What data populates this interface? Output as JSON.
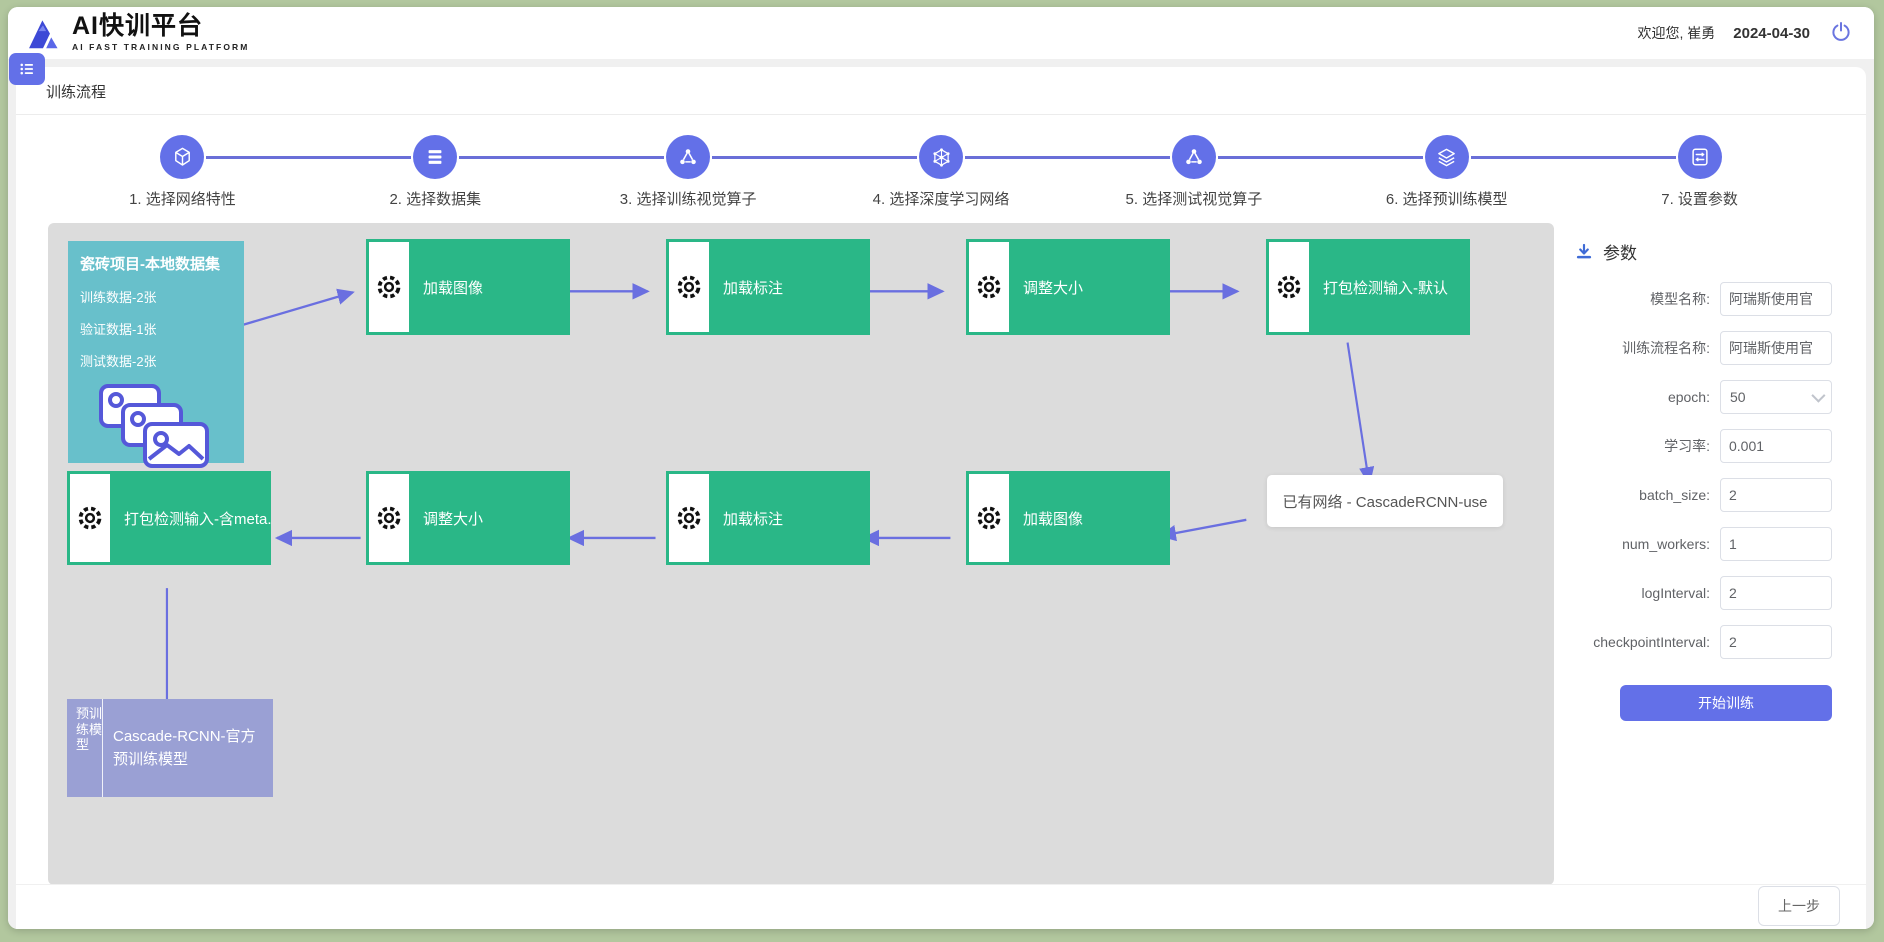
{
  "header": {
    "logo_title": "AI快训平台",
    "logo_subtitle": "AI FAST TRAINING PLATFORM",
    "welcome": "欢迎您, 崔勇",
    "date": "2024-04-30"
  },
  "page": {
    "title": "训练流程"
  },
  "stepper": {
    "steps": [
      {
        "label": "1. 选择网络特性",
        "icon": "cube-icon"
      },
      {
        "label": "2. 选择数据集",
        "icon": "dataset-rows-icon"
      },
      {
        "label": "3. 选择训练视觉算子",
        "icon": "share-nodes-icon"
      },
      {
        "label": "4. 选择深度学习网络",
        "icon": "neural-web-icon"
      },
      {
        "label": "5. 选择测试视觉算子",
        "icon": "share-nodes-icon"
      },
      {
        "label": "6. 选择预训练模型",
        "icon": "layers-icon"
      },
      {
        "label": "7. 设置参数",
        "icon": "sliders-icon"
      }
    ]
  },
  "canvas": {
    "dataset_node": {
      "title": "瓷砖项目-本地数据集",
      "lines": [
        "训练数据-2张",
        "验证数据-1张",
        "测试数据-2张"
      ]
    },
    "row1": [
      "加载图像",
      "加载标注",
      "调整大小",
      "打包检测输入-默认"
    ],
    "network_node": "已有网络 - CascadeRCNN-use",
    "row2": [
      "打包检测输入-含meta...",
      "调整大小",
      "加载标注",
      "加载图像"
    ],
    "pretrain_node": {
      "side_label": "预训练模型",
      "label": "Cascade-RCNN-官方预训练模型"
    }
  },
  "params_panel": {
    "title": "参数",
    "fields": [
      {
        "label": "模型名称:",
        "value": "阿瑞斯使用官",
        "type": "text"
      },
      {
        "label": "训练流程名称:",
        "value": "阿瑞斯使用官",
        "type": "text"
      },
      {
        "label": "epoch:",
        "value": "50",
        "type": "select"
      },
      {
        "label": "学习率:",
        "value": "0.001",
        "type": "text"
      },
      {
        "label": "batch_size:",
        "value": "2",
        "type": "text"
      },
      {
        "label": "num_workers:",
        "value": "1",
        "type": "text"
      },
      {
        "label": "logInterval:",
        "value": "2",
        "type": "text"
      },
      {
        "label": "checkpointInterval:",
        "value": "2",
        "type": "text"
      }
    ],
    "start_button": "开始训练"
  },
  "footer": {
    "prev_button": "上一步"
  },
  "colors": {
    "accent_purple": "#6370e8",
    "edge_purple": "#6a6fe0",
    "operator_green": "#2ab787",
    "dataset_teal": "#68c0cb",
    "pretrain_purple": "#9aa0d4",
    "canvas_gray": "#dcdcdc",
    "frame_green": "#b2c79e"
  }
}
